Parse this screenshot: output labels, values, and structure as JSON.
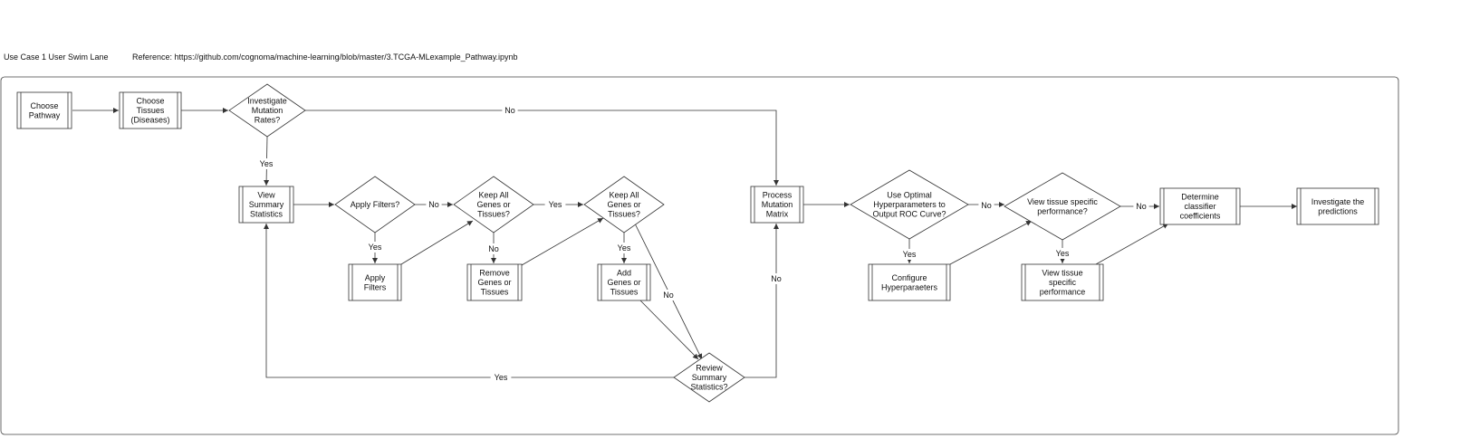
{
  "header": {
    "lane_title": "Use Case 1 User Swim Lane",
    "reference": "Reference: https://github.com/cognoma/machine-learning/blob/master/3.TCGA-MLexample_Pathway.ipynb"
  },
  "colors": {
    "stroke": "#333333",
    "fill": "#ffffff",
    "text": "#111111"
  },
  "nodes": {
    "choose_pathway": {
      "kind": "process",
      "lines": [
        "Choose",
        "Pathway"
      ]
    },
    "choose_tissues": {
      "kind": "process",
      "lines": [
        "Choose",
        "Tissues",
        "(Diseases)"
      ]
    },
    "investigate_mutation": {
      "kind": "decision",
      "lines": [
        "Investigate",
        "Mutation",
        "Rates?"
      ]
    },
    "view_summary": {
      "kind": "process",
      "lines": [
        "View",
        "Summary",
        "Statistics"
      ]
    },
    "apply_filters_q": {
      "kind": "decision",
      "lines": [
        "Apply Filters?"
      ]
    },
    "keep_all_1": {
      "kind": "decision",
      "lines": [
        "Keep All",
        "Genes or",
        "Tissues?"
      ]
    },
    "keep_all_2": {
      "kind": "decision",
      "lines": [
        "Keep All",
        "Genes or",
        "Tissues?"
      ]
    },
    "apply_filters": {
      "kind": "process",
      "lines": [
        "Apply",
        "Filters"
      ]
    },
    "remove_genes": {
      "kind": "process",
      "lines": [
        "Remove",
        "Genes or",
        "Tissues"
      ]
    },
    "add_genes": {
      "kind": "process",
      "lines": [
        "Add",
        "Genes or",
        "Tissues"
      ]
    },
    "review_summary": {
      "kind": "decision",
      "lines": [
        "Review",
        "Summary",
        "Statistics?"
      ]
    },
    "process_mutation": {
      "kind": "process",
      "lines": [
        "Process",
        "Mutation",
        "Matrix"
      ]
    },
    "use_optimal": {
      "kind": "decision",
      "lines": [
        "Use Optimal",
        "Hyperparameters to",
        "Output ROC Curve?"
      ]
    },
    "configure_hyper": {
      "kind": "process",
      "lines": [
        "Configure",
        "Hyperparaeters"
      ]
    },
    "view_tissue_q": {
      "kind": "decision",
      "lines": [
        "View tissue specific",
        "performance?"
      ]
    },
    "view_tissue": {
      "kind": "process",
      "lines": [
        "View tissue",
        "specific",
        "performance"
      ]
    },
    "determine_classifier": {
      "kind": "process",
      "lines": [
        "Determine",
        "classifier",
        "coefficients"
      ]
    },
    "investigate_predictions": {
      "kind": "process",
      "lines": [
        "Investigate the",
        "predictions"
      ]
    }
  },
  "edges": [
    {
      "from": "choose_pathway",
      "to": "choose_tissues",
      "label": ""
    },
    {
      "from": "choose_tissues",
      "to": "investigate_mutation",
      "label": ""
    },
    {
      "from": "investigate_mutation",
      "to": "process_mutation",
      "label": "No"
    },
    {
      "from": "investigate_mutation",
      "to": "view_summary",
      "label": "Yes"
    },
    {
      "from": "view_summary",
      "to": "apply_filters_q",
      "label": ""
    },
    {
      "from": "apply_filters_q",
      "to": "keep_all_1",
      "label": "No"
    },
    {
      "from": "apply_filters_q",
      "to": "apply_filters",
      "label": "Yes"
    },
    {
      "from": "apply_filters",
      "to": "keep_all_1",
      "label": ""
    },
    {
      "from": "keep_all_1",
      "to": "keep_all_2",
      "label": "Yes"
    },
    {
      "from": "keep_all_1",
      "to": "remove_genes",
      "label": "No"
    },
    {
      "from": "remove_genes",
      "to": "keep_all_2",
      "label": ""
    },
    {
      "from": "keep_all_2",
      "to": "add_genes",
      "label": "Yes"
    },
    {
      "from": "keep_all_2",
      "to": "review_summary",
      "label": "No"
    },
    {
      "from": "add_genes",
      "to": "review_summary",
      "label": ""
    },
    {
      "from": "review_summary",
      "to": "view_summary",
      "label": "Yes"
    },
    {
      "from": "review_summary",
      "to": "process_mutation",
      "label": "No"
    },
    {
      "from": "process_mutation",
      "to": "use_optimal",
      "label": ""
    },
    {
      "from": "use_optimal",
      "to": "view_tissue_q",
      "label": "No"
    },
    {
      "from": "use_optimal",
      "to": "configure_hyper",
      "label": "Yes"
    },
    {
      "from": "configure_hyper",
      "to": "view_tissue_q",
      "label": ""
    },
    {
      "from": "view_tissue_q",
      "to": "determine_classifier",
      "label": "No"
    },
    {
      "from": "view_tissue_q",
      "to": "view_tissue",
      "label": "Yes"
    },
    {
      "from": "view_tissue",
      "to": "determine_classifier",
      "label": ""
    },
    {
      "from": "determine_classifier",
      "to": "investigate_predictions",
      "label": ""
    }
  ]
}
